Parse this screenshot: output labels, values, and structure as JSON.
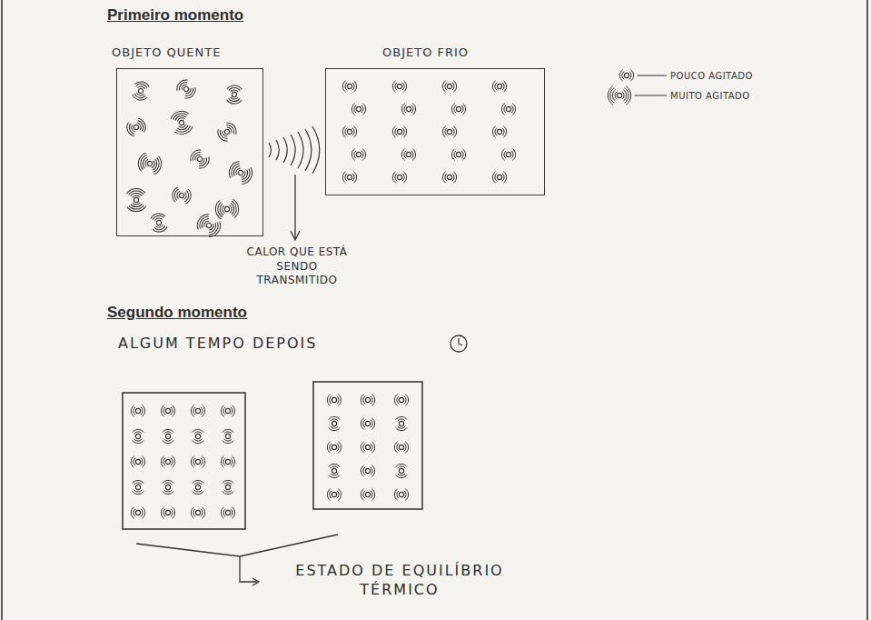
{
  "diagram": {
    "nodes": [
      {
        "text": [
          "OBJETO QUENTE"
        ]
      },
      {
        "text": [
          "OBJETO FRIO"
        ]
      }
    ],
    "labels": [
      "Primeiro momento",
      "CALOR QUE ESTÁ SENDO TRANSMITIDO",
      "Segundo momento",
      "ALGUM TEMPO DEPOIS",
      "ESTADO DE EQUILÍBRIO TÉRMICO"
    ],
    "legend": [
      {
        "text": "POUCO AGITADO"
      },
      {
        "text": "MUITO AGITADO"
      }
    ]
  }
}
